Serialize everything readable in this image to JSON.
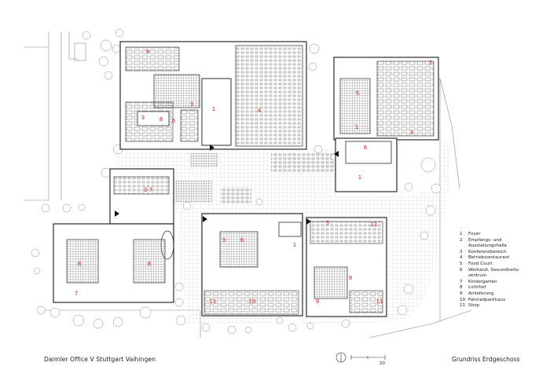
{
  "title": "Daimler Office V Stuttgart Vaihingen",
  "subtitle": "Grundriss Erdgeschoss",
  "scale_label": "20",
  "legend": [
    {
      "num": "1",
      "label": "Foyer"
    },
    {
      "num": "2",
      "label": "Empfangs- und"
    },
    {
      "num": "",
      "label": "Ausstellungshalle"
    },
    {
      "num": "3",
      "label": "Konferenzbereich"
    },
    {
      "num": "4",
      "label": "Betriebsrestaurant"
    },
    {
      "num": "5",
      "label": "Food Court"
    },
    {
      "num": "6",
      "label": "Werkarzt, Gesundheits-"
    },
    {
      "num": "",
      "label": "zentrum"
    },
    {
      "num": "7",
      "label": "Kindergarten"
    },
    {
      "num": "8",
      "label": "Lichthof"
    },
    {
      "num": "9",
      "label": "Anlieferung"
    },
    {
      "num": "10",
      "label": "Fahrradparkhaus"
    },
    {
      "num": "11",
      "label": "Shop"
    }
  ],
  "room_labels": [
    "9",
    "3",
    "3",
    "1",
    "4",
    "8",
    "6",
    "5",
    "1",
    "6",
    "2",
    "3",
    "1",
    "7",
    "3",
    "8",
    "8",
    "7",
    "3",
    "6",
    "1",
    "5",
    "11",
    "9",
    "11",
    "10",
    "9",
    "11"
  ],
  "colors": {
    "label_red": "#d42020",
    "line": "#2a2a2a"
  }
}
